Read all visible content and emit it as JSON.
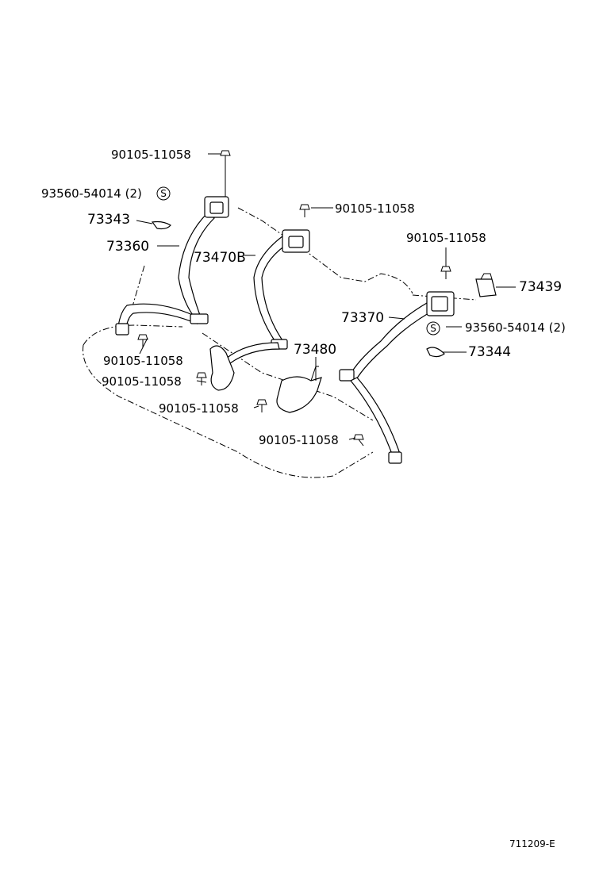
{
  "labels": {
    "bolt_top_left": "90105-11058",
    "screw_left": "93560-54014 (2)",
    "screw_left_symbol": "S",
    "part_73343": "73343",
    "part_73360": "73360",
    "part_73470b": "73470B",
    "bolt_center_top": "90105-11058",
    "bolt_right_top": "90105-11058",
    "part_73439": "73439",
    "part_73370": "73370",
    "screw_right": "93560-54014 (2)",
    "screw_right_symbol": "S",
    "part_73344": "73344",
    "part_73480": "73480",
    "bolt_left_mid": "90105-11058",
    "bolt_left_low": "90105-11058",
    "bolt_center_low": "90105-11058",
    "bolt_right_low": "90105-11058"
  },
  "footer": {
    "code": "711209-E"
  }
}
